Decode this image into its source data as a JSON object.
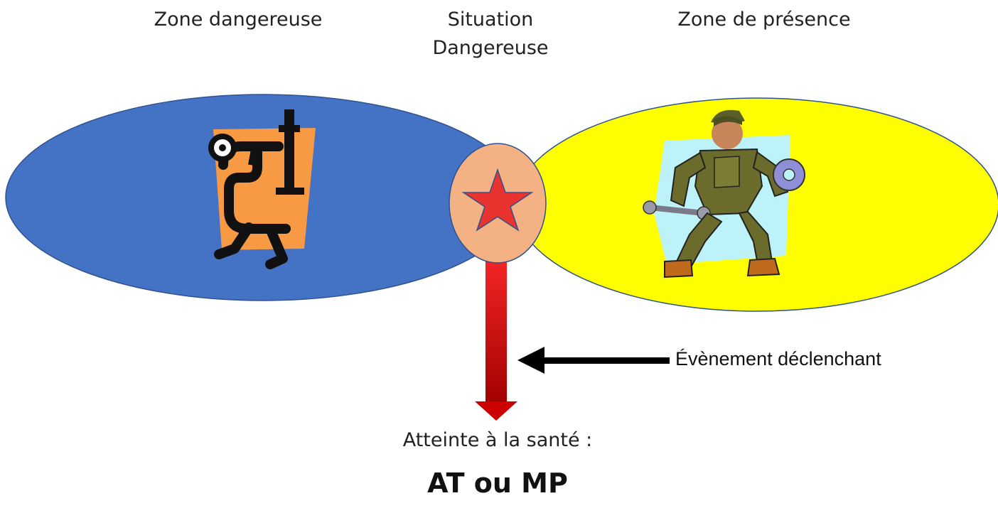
{
  "labels": {
    "danger_zone": "Zone dangereuse",
    "situation": "Situation Dangereuse",
    "presence_zone": "Zone de présence",
    "trigger_event": "Évènement déclenchant",
    "health_impact": "Atteinte à la santé :",
    "outcome": "AT ou MP"
  },
  "colors": {
    "danger_zone": "#4472c4",
    "presence_zone": "#ffff00",
    "overlap": "#f4b183",
    "star": "#e8332e",
    "arrow": "#cc0000"
  },
  "icons": {
    "danger": "walking-clamp-icon",
    "presence": "worker-with-wrench-icon",
    "situation": "star-icon"
  }
}
